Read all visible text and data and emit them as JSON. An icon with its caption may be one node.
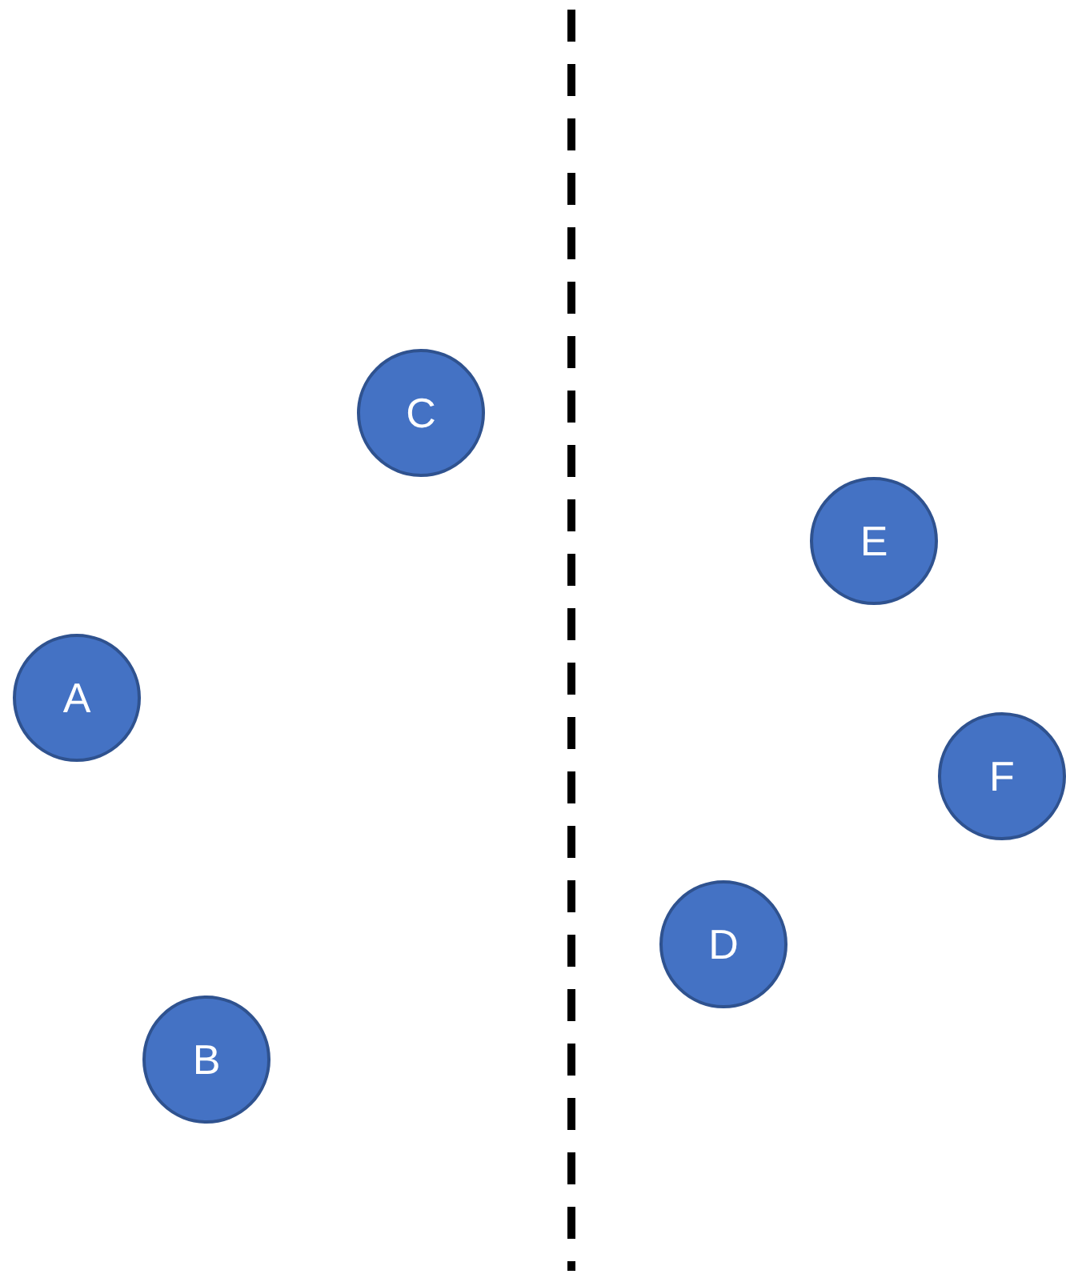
{
  "diagram": {
    "nodes": [
      {
        "text": [
          "C"
        ]
      },
      {
        "text": [
          "E"
        ]
      },
      {
        "text": [
          "A"
        ]
      },
      {
        "text": [
          "F"
        ]
      },
      {
        "text": [
          "D"
        ]
      },
      {
        "text": [
          "B"
        ]
      }
    ]
  }
}
